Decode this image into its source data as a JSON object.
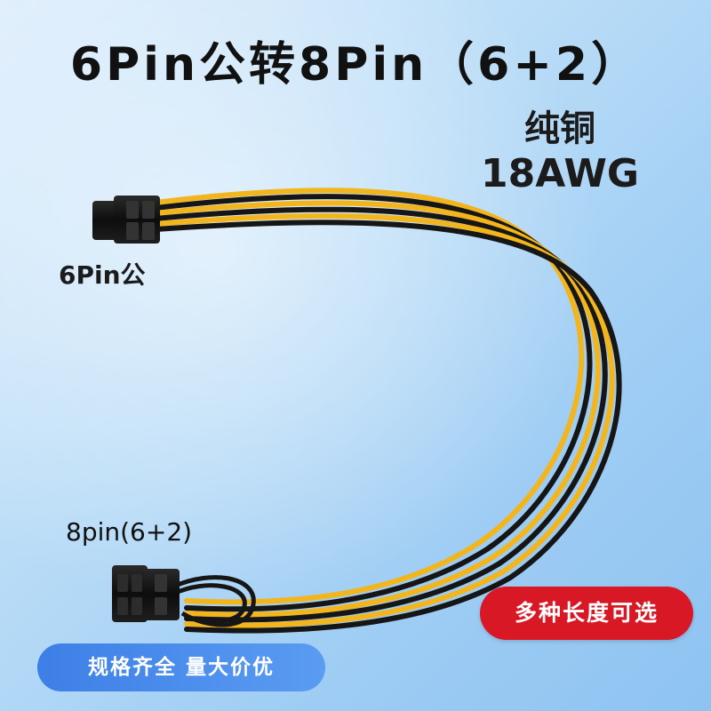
{
  "title": "6Pin公转8Pin（6+2）",
  "specs": {
    "material": "纯铜",
    "gauge": "18AWG"
  },
  "connectors": {
    "male_6pin_label": "6Pin公",
    "female_8pin_label": "8pin(6+2)"
  },
  "badges": {
    "lengths": "多种长度可选",
    "promo": "规格齐全 量大价优"
  },
  "colors": {
    "wire_yellow": "#f3b51c",
    "wire_black": "#161616",
    "badge_red": "#d91826",
    "badge_blue": "#3d7fe6"
  }
}
